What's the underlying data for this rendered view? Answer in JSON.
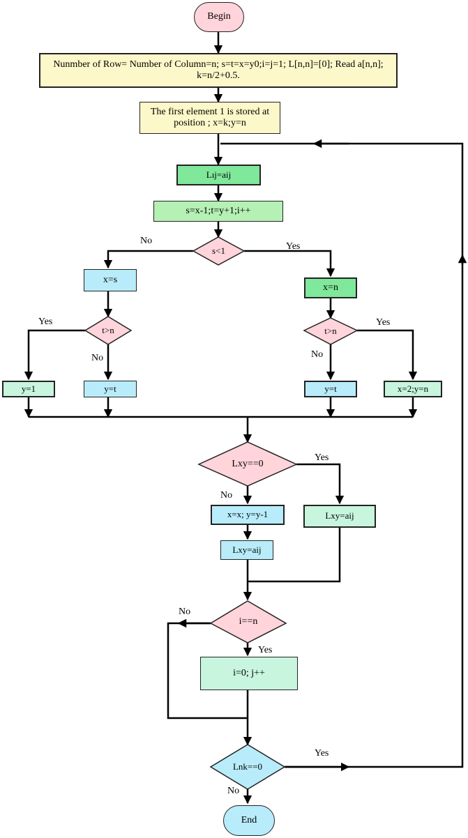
{
  "nodes": {
    "begin": "Begin",
    "init": "Nunmber of Row= Number of Column=n; s=t=x=y0;i=j=1; L[n,n]=[0]; Read a[n,n]; k=n/2+0.5.",
    "first": "The first element 1 is stored at position ; x=k;y=n",
    "assign_lij": "Lıj=aij",
    "update": "s=x-1;t=y+1;i++",
    "dec_s": "s<1",
    "x_s": "x=s",
    "x_n": "x=n",
    "dec_t_left": "t>n",
    "dec_t_right": "t>n",
    "y1": "y=1",
    "yt_left": "y=t",
    "yt_right": "y=t",
    "x2yn": "x=2;y=n",
    "dec_lxy": "Lxy==0",
    "xx_yy": "x=x; y=y-1",
    "lxy_aij_left": "Lxy=aij",
    "lxy_aij_right": "Lxy=aij",
    "dec_i": "i==n",
    "i0_jpp": "i=0; j++",
    "dec_lnk": "Lnk==0",
    "end": "End"
  },
  "labels": {
    "s_no": "No",
    "s_yes": "Yes",
    "tl_yes": "Yes",
    "tl_no": "No",
    "tr_yes": "Yes",
    "tr_no": "No",
    "lxy_yes": "Yes",
    "lxy_no": "No",
    "i_no": "No",
    "i_yes": "Yes",
    "lnk_yes": "Yes",
    "lnk_no": "No"
  },
  "colors": {
    "yellow": "#fdf8c9",
    "green": "#7fe89a",
    "light_green": "#b5f0b4",
    "mint": "#c7f5dd",
    "blue": "#b9ecfa",
    "pink": "#ffd4da",
    "line": "#000000"
  }
}
